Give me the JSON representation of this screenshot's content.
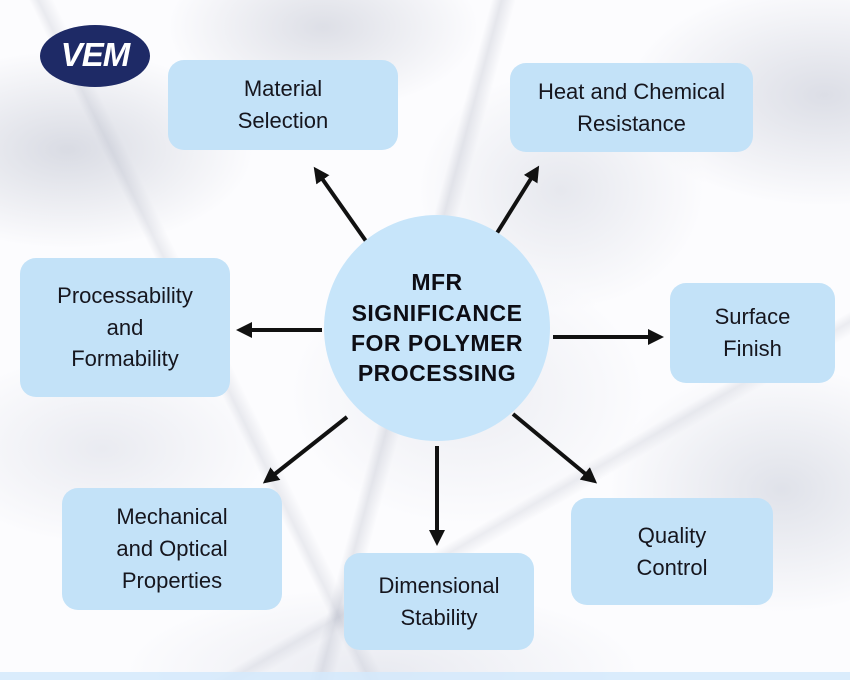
{
  "page": {
    "title": "MFR Significance for Polymer Processing mind map"
  },
  "logo": {
    "text": "VEM"
  },
  "center": {
    "label": "MFR\nSIGNIFICANCE\nFOR POLYMER\nPROCESSING"
  },
  "nodes": [
    {
      "id": "material-selection",
      "label": "Material\nSelection"
    },
    {
      "id": "heat-and-chemical-resistance",
      "label": "Heat and Chemical\nResistance"
    },
    {
      "id": "processability-and-formability",
      "label": "Processability\nand\nFormability"
    },
    {
      "id": "surface-finish",
      "label": "Surface\nFinish"
    },
    {
      "id": "mechanical-and-optical-properties",
      "label": "Mechanical\nand Optical\nProperties"
    },
    {
      "id": "dimensional-stability",
      "label": "Dimensional\nStability"
    },
    {
      "id": "quality-control",
      "label": "Quality\nControl"
    }
  ],
  "colors": {
    "node_fill": "#c3e2f8",
    "center_fill": "#c7e5fa",
    "arrow": "#111111",
    "logo_navy": "#1e2a66",
    "text": "#16161e",
    "background": "#fcfcfe"
  }
}
